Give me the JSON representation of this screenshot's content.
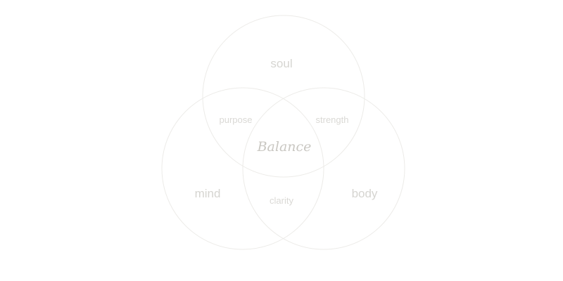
{
  "sets": {
    "top": "soul",
    "left": "mind",
    "right": "body"
  },
  "overlaps": {
    "top_left": "purpose",
    "top_right": "strength",
    "left_right": "clarity"
  },
  "center": "Balance"
}
